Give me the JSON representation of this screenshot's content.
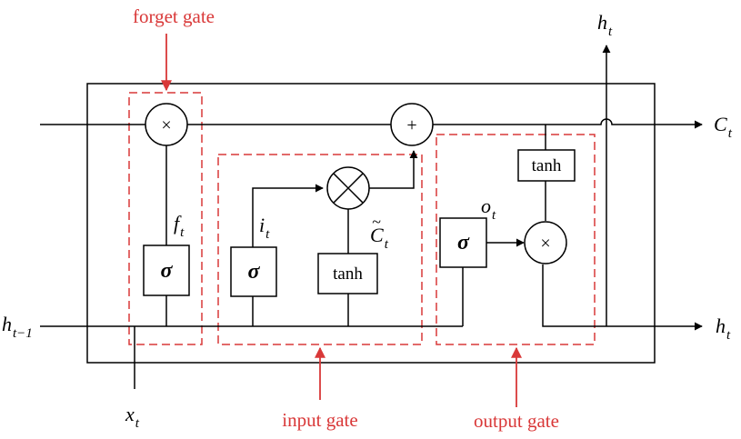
{
  "gates": {
    "forget": "forget gate",
    "input": "input gate",
    "output": "output gate"
  },
  "variables": {
    "f_t": {
      "base": "f",
      "sub": "t"
    },
    "i_t": {
      "base": "i",
      "sub": "t"
    },
    "o_t": {
      "base": "o",
      "sub": "t"
    },
    "C_tilde": {
      "base": "C",
      "accent": "~",
      "sub": "t"
    },
    "C_t": {
      "base": "C",
      "sub": "t"
    },
    "h_t_top": {
      "base": "h",
      "sub": "t"
    },
    "h_t_right": {
      "base": "h",
      "sub": "t"
    },
    "h_prev": {
      "base": "h",
      "sub": "t−1"
    },
    "x_t": {
      "base": "x",
      "sub": "t"
    }
  },
  "blocks": {
    "sigma": "σ",
    "tanh": "tanh"
  },
  "operators": {
    "multiply": "×",
    "add": "+"
  },
  "colors": {
    "gate_outline": "#d93838",
    "line": "#000000"
  }
}
